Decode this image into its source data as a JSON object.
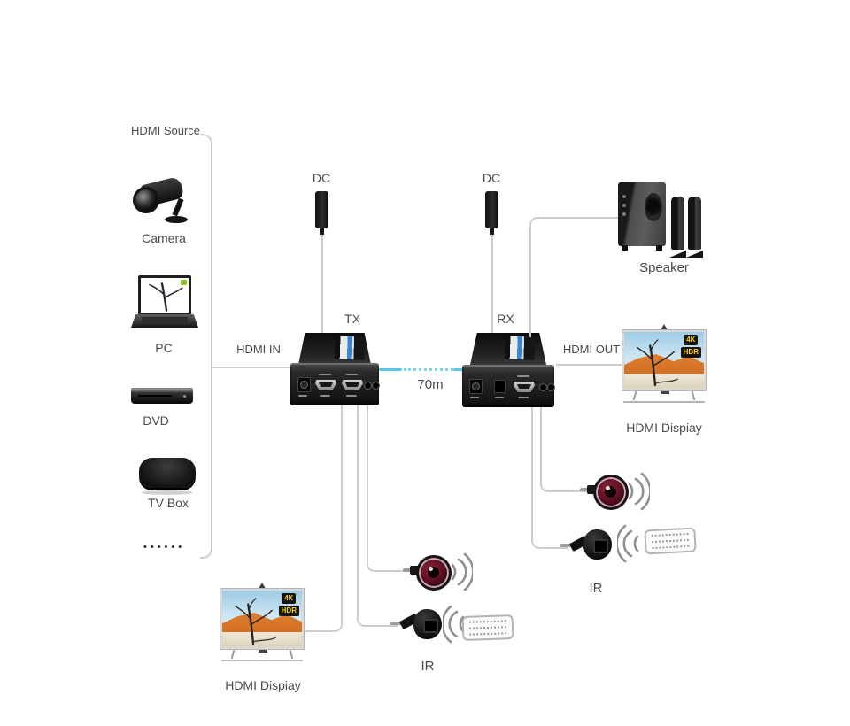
{
  "source_group": {
    "label": "HDMI Source",
    "items": [
      {
        "label": "Camera"
      },
      {
        "label": "PC"
      },
      {
        "label": "DVD"
      },
      {
        "label": "TV Box"
      }
    ],
    "ellipsis": "••••••"
  },
  "tx": {
    "label": "TX",
    "dc_label": "DC",
    "hdmi_in_label": "HDMI IN"
  },
  "rx": {
    "label": "RX",
    "dc_label": "DC",
    "hdmi_out_label": "HDMI OUT"
  },
  "link": {
    "distance_label": "70m"
  },
  "speaker": {
    "label": "Speaker"
  },
  "display_right": {
    "label": "HDMI Dispiay",
    "badge_4k": "4K",
    "badge_hdr": "HDR"
  },
  "display_bottom": {
    "label": "HDMI Dispiay",
    "badge_4k": "4K",
    "badge_hdr": "HDR"
  },
  "ir_tx": {
    "label": "IR"
  },
  "ir_rx": {
    "label": "IR"
  },
  "colors": {
    "link_cyan": "#58c8e8",
    "line_gray": "#cdcdcd",
    "text_gray": "#4b4b4b",
    "badge_bg": "#141414",
    "badge_text": "#ffd400"
  }
}
